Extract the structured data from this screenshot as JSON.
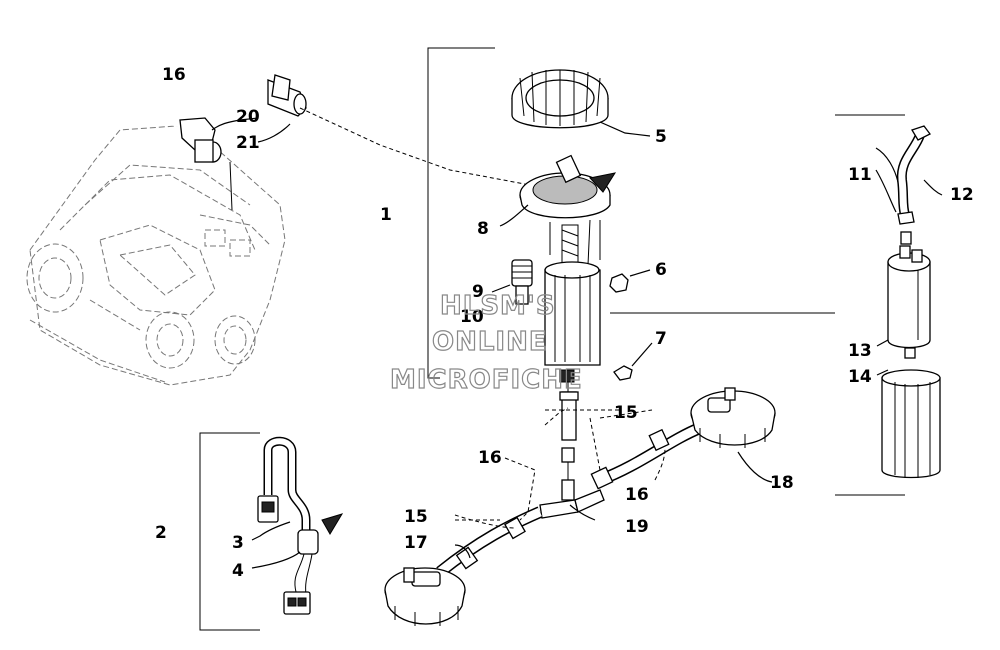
{
  "callouts": {
    "c1": "1",
    "c2": "2",
    "c3": "3",
    "c4": "4",
    "c5": "5",
    "c6": "6",
    "c7": "7",
    "c8": "8",
    "c9": "9",
    "c10": "10",
    "c11": "11",
    "c12": "12",
    "c13": "13",
    "c14": "14",
    "c15a": "15",
    "c15b": "15",
    "c16a": "16",
    "c16b": "16",
    "c16c": "16",
    "c17": "17",
    "c18": "18",
    "c19": "19",
    "c20": "20",
    "c21": "21"
  },
  "watermark": {
    "line1": "HLSM'S",
    "line2": "ONLINE",
    "line3": "MICROFICHE"
  }
}
